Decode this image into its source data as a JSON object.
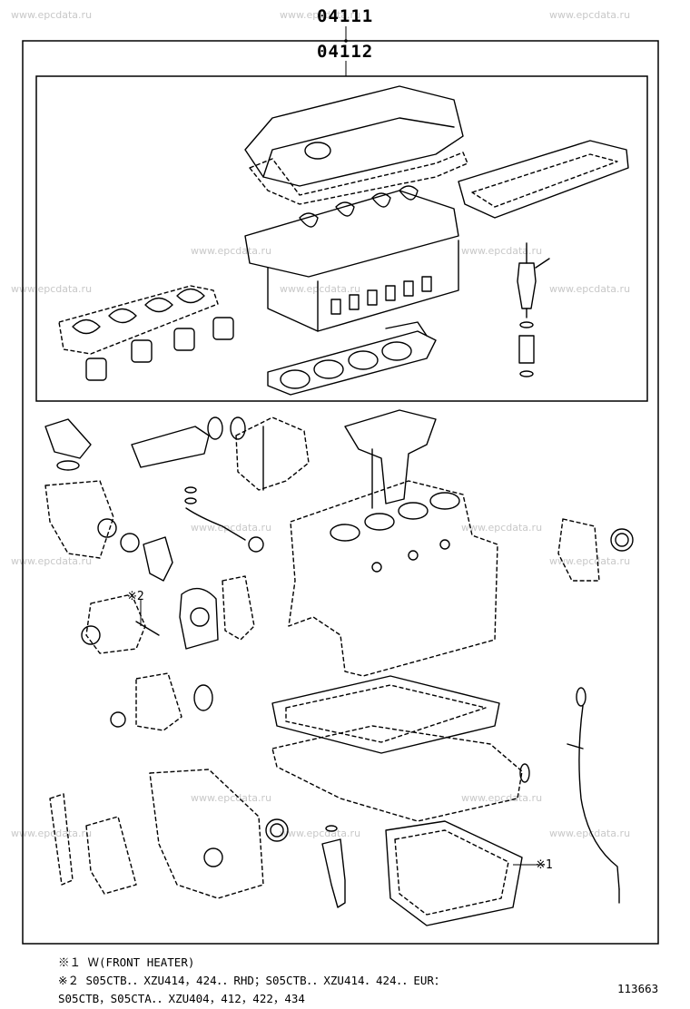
{
  "watermark": "www.epcdata.ru",
  "assembly": {
    "outer_code": "04111",
    "inner_code": "04112"
  },
  "callouts": {
    "c1": "※1",
    "c2": "※2"
  },
  "notes": {
    "line1": "※１ Ｗ(FRONT HEATER)",
    "line2": "※２ S05CTB．．XZU414，424．．RHD；S05CTB．．XZU414．424．．EUR：",
    "line3": "S05CTB，S05CTA．．XZU404，412，422，434"
  },
  "figure_number": "113663"
}
